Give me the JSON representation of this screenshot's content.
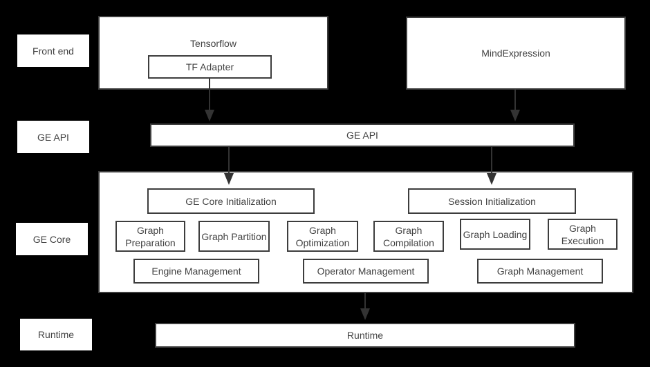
{
  "colors": {
    "background": "#000000",
    "box_fill": "#ffffff",
    "box_border": "#3d3d3d",
    "text": "#424242",
    "arrow": "#333333"
  },
  "row_labels": {
    "front_end": "Front end",
    "ge_api": "GE API",
    "ge_core": "GE Core",
    "runtime": "Runtime"
  },
  "front_end": {
    "tensorflow_label": "Tensorflow",
    "tf_adapter_label": "TF Adapter",
    "mindexpression_label": "MindExpression"
  },
  "ge_api_bar": {
    "label": "GE API"
  },
  "ge_core": {
    "core_init_label": "GE Core Initialization",
    "session_init_label": "Session Initialization",
    "modules": [
      "Graph Preparation",
      "Graph Partition",
      "Graph Optimization",
      "Graph Compilation",
      "Graph Loading",
      "Graph Execution"
    ],
    "management": [
      "Engine Management",
      "Operator Management",
      "Graph Management"
    ]
  },
  "runtime_bar": {
    "label": "Runtime"
  }
}
